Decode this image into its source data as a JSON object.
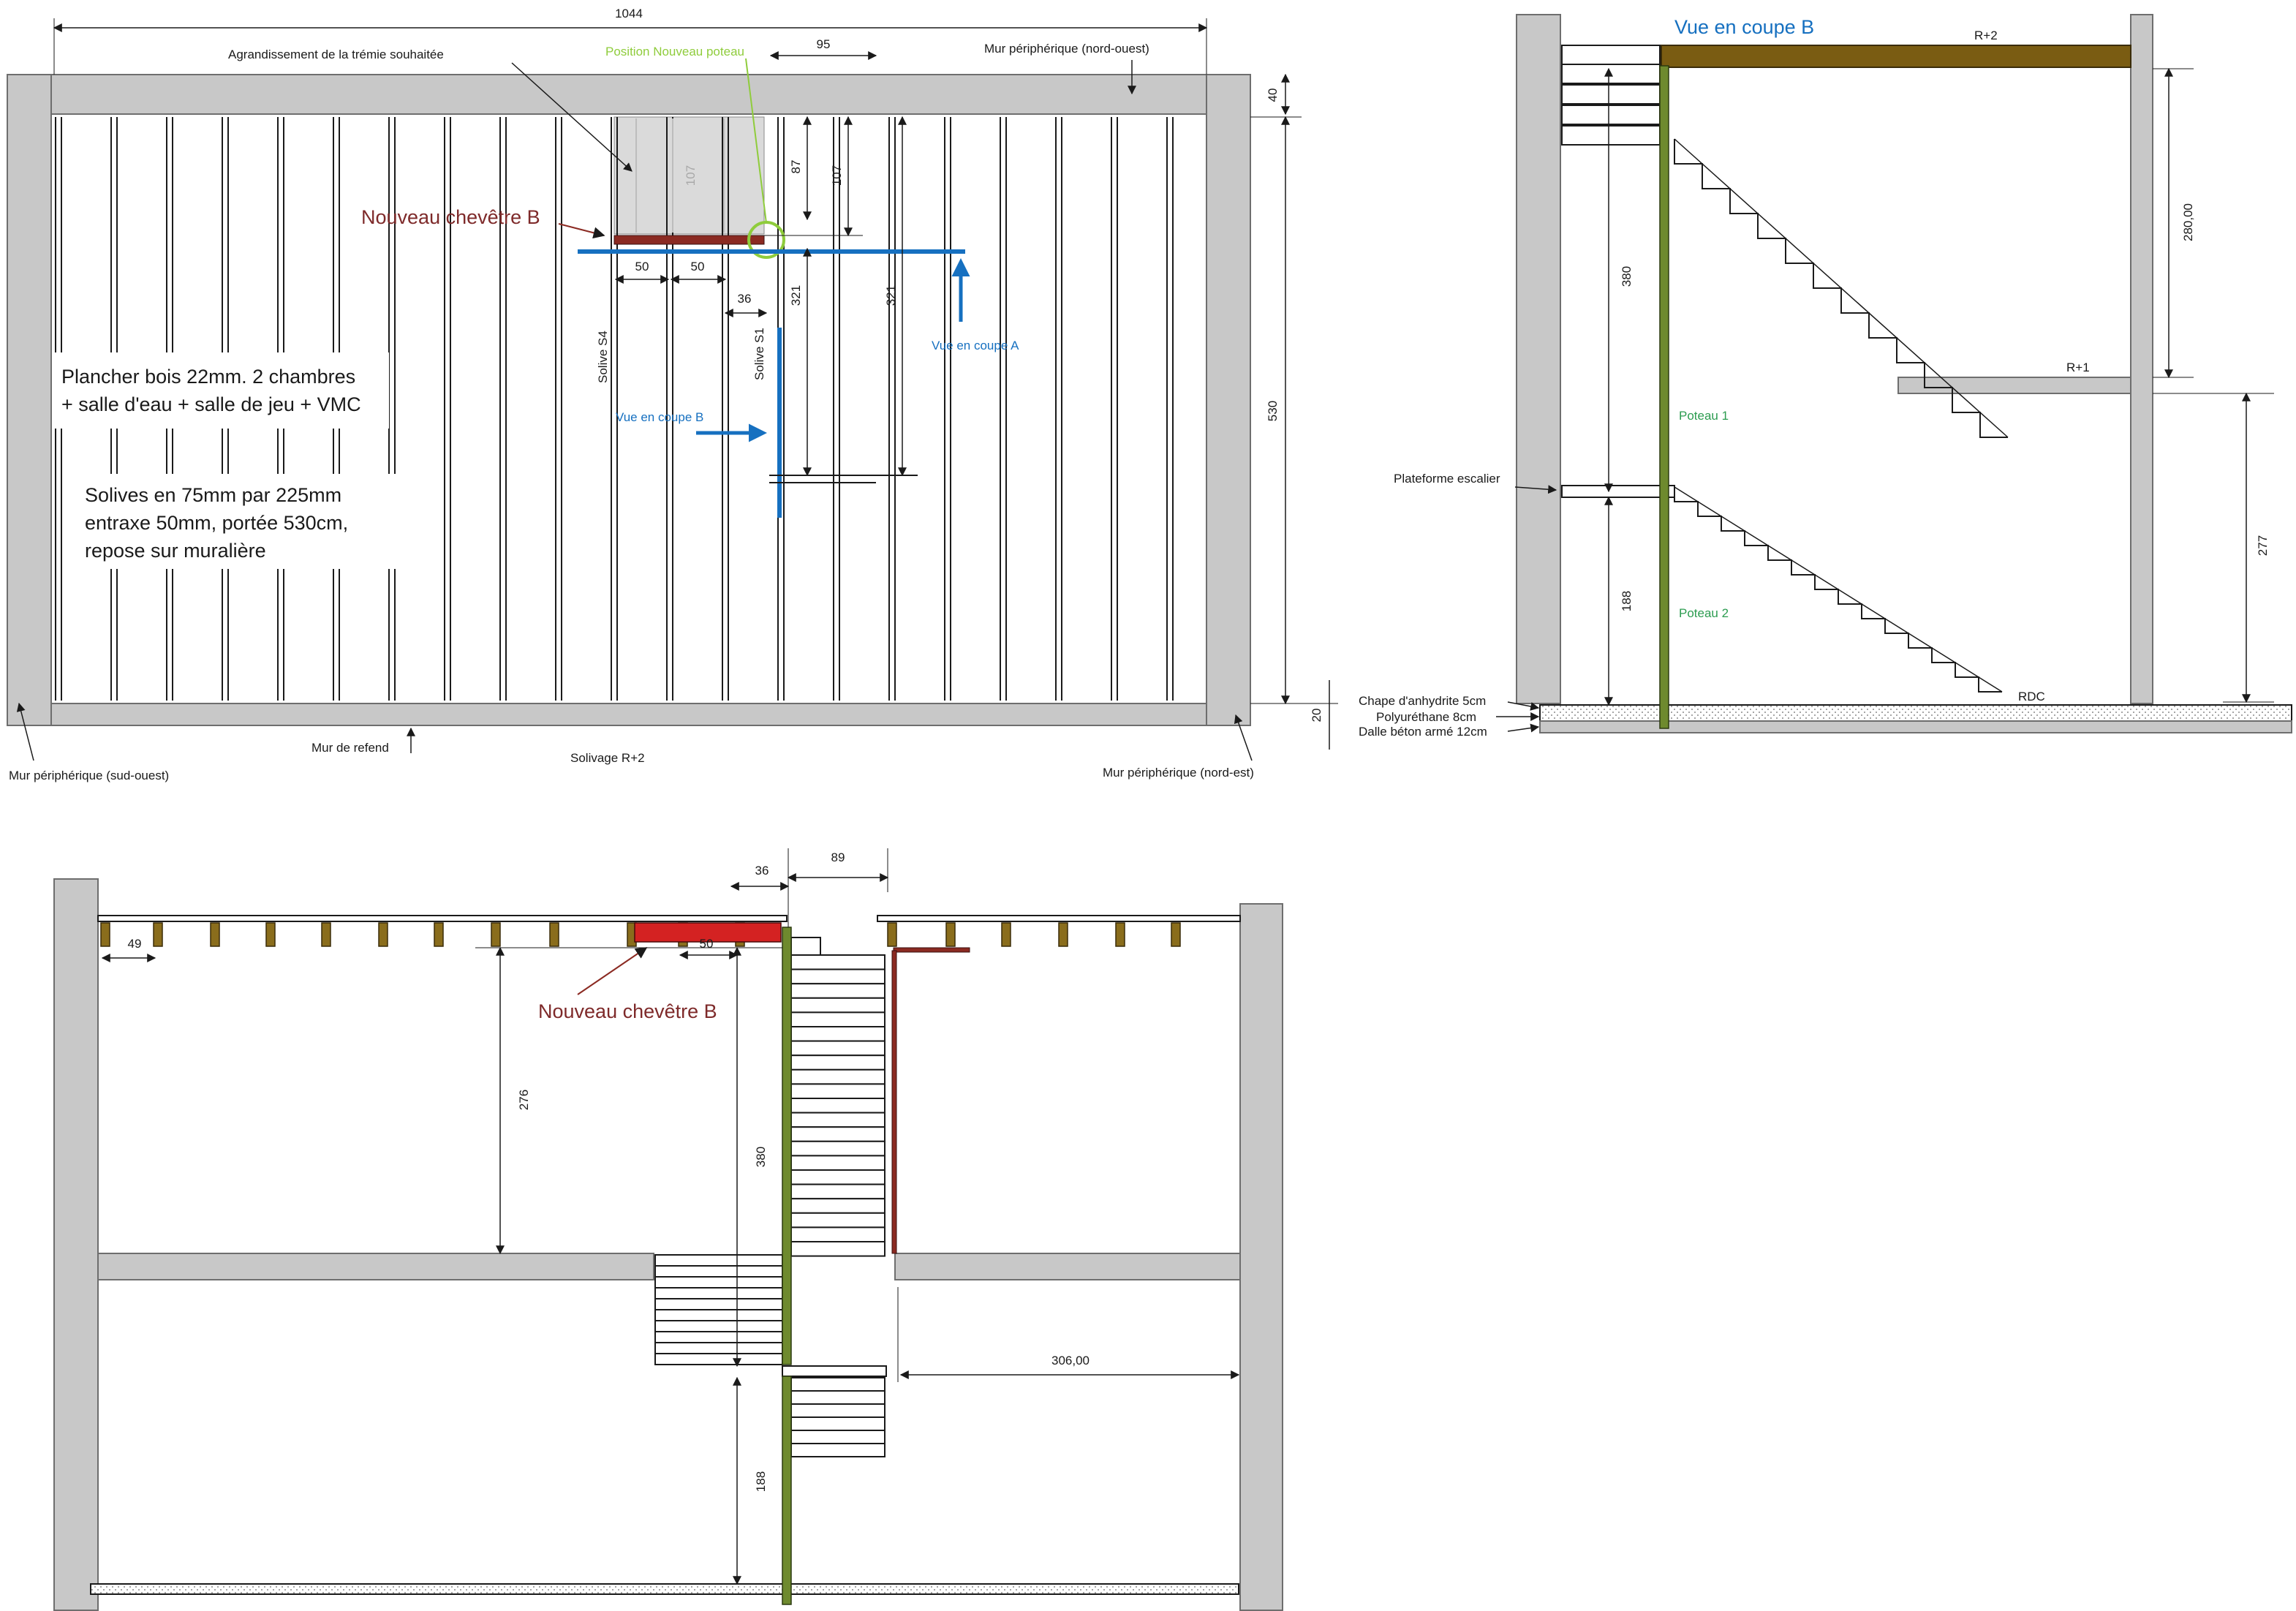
{
  "colors": {
    "wall": "#c8c8c8",
    "wall_stroke": "#6e6e6e",
    "joist": "#8a6d1c",
    "beam_top": "#7a5c12",
    "post": "#6e8a2e",
    "new_beam": "#8b2a22",
    "new_beam_red": "#d42222",
    "blue": "#1670c0",
    "green_text": "#2c9c50",
    "lime": "#8fcc3c",
    "maroon": "#7e2a2a",
    "opening": "#dadada",
    "dim": "#1a1a1a"
  },
  "plan": {
    "dim_total": "1044",
    "dim_95": "95",
    "dim_40": "40",
    "dim_87": "87",
    "dim_107": "107",
    "dim_107_ghost": "107",
    "dim_50a": "50",
    "dim_50b": "50",
    "dim_36": "36",
    "dim_321a": "321",
    "dim_321b": "321",
    "dim_530": "530",
    "dim_20": "20",
    "label_tremie": "Agrandissement de la trémie souhaitée",
    "label_position_poteau": "Position Nouveau poteau",
    "label_mur_no": "Mur périphérique (nord-ouest)",
    "label_chevetre": "Nouveau chevêtre B",
    "label_solive_s4": "Solive S4",
    "label_solive_s1": "Solive S1",
    "label_vue_a": "Vue en coupe A",
    "label_vue_b": "Vue en coupe B",
    "note1_line1": "Plancher bois 22mm. 2 chambres",
    "note1_line2": "+ salle d'eau + salle de jeu + VMC",
    "note2_line1": "Solives en 75mm par 225mm",
    "note2_line2": "entraxe 50mm, portée 530cm,",
    "note2_line3": "repose sur muralière",
    "label_mur_so": "Mur périphérique (sud-ouest)",
    "label_mur_refend": "Mur de refend",
    "label_solivage": "Solivage R+2",
    "label_mur_ne": "Mur périphérique (nord-est)"
  },
  "section_b": {
    "title": "Vue en coupe B",
    "label_r2": "R+2",
    "label_r1": "R+1",
    "label_rdc": "RDC",
    "dim_280": "280,00",
    "dim_277": "277",
    "dim_380": "380",
    "dim_188": "188",
    "label_poteau1": "Poteau 1",
    "label_poteau2": "Poteau 2",
    "label_plateforme": "Plateforme escalier",
    "label_chape": "Chape d'anhydrite 5cm",
    "label_polyurethane": "Polyuréthane 8cm",
    "label_dalle": "Dalle béton armé 12cm"
  },
  "section_a": {
    "dim_36": "36",
    "dim_89": "89",
    "dim_49": "49",
    "dim_50": "50",
    "dim_276": "276",
    "dim_380": "380",
    "dim_188": "188",
    "dim_306": "306,00",
    "label_chevetre": "Nouveau chevêtre B"
  }
}
